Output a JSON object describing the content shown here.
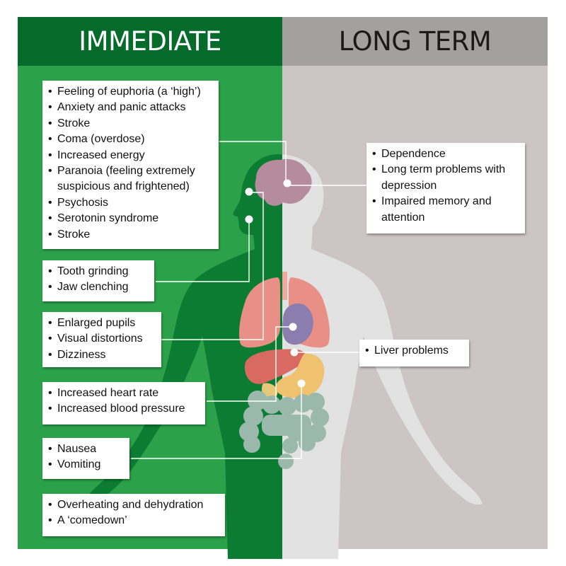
{
  "colors": {
    "left_bg": "#2ba24a",
    "left_header": "#056b2b",
    "right_bg": "#cdc5c5",
    "right_header": "#a5a0a0",
    "left_body": "#0c7c32",
    "right_body": "#e2e2e2",
    "brain": "#b58b9e",
    "lungs": "#e88f86",
    "heart": "#8b7dae",
    "liver": "#d86a62",
    "stomach": "#f0c16e",
    "pancreas": "#e6c879",
    "intestines": "#9bb8ad"
  },
  "headers": {
    "left": "IMMEDIATE",
    "right": "LONG TERM"
  },
  "boxes": {
    "brain_immediate": [
      "Feeling of euphoria (a ‘high’)",
      "Anxiety and panic attacks",
      "Stroke",
      "Coma (overdose)",
      "Increased energy",
      "Paranoia (feeling extremely",
      "suspicious and frightened)",
      "Psychosis",
      "Serotonin syndrome",
      "Stroke"
    ],
    "mouth": [
      "Tooth grinding",
      "Jaw clenching"
    ],
    "eyes": [
      "Enlarged pupils",
      "Visual distortions",
      "Dizziness"
    ],
    "heart": [
      "Increased heart rate",
      "Increased blood pressure"
    ],
    "stomach": [
      "Nausea",
      "Vomiting"
    ],
    "body": [
      "Overheating and dehydration",
      "A ‘comedown’"
    ],
    "brain_long": [
      "Dependence",
      "Long term problems with",
      "depression",
      "Impaired memory and",
      "attention"
    ],
    "liver": [
      "Liver problems"
    ]
  }
}
